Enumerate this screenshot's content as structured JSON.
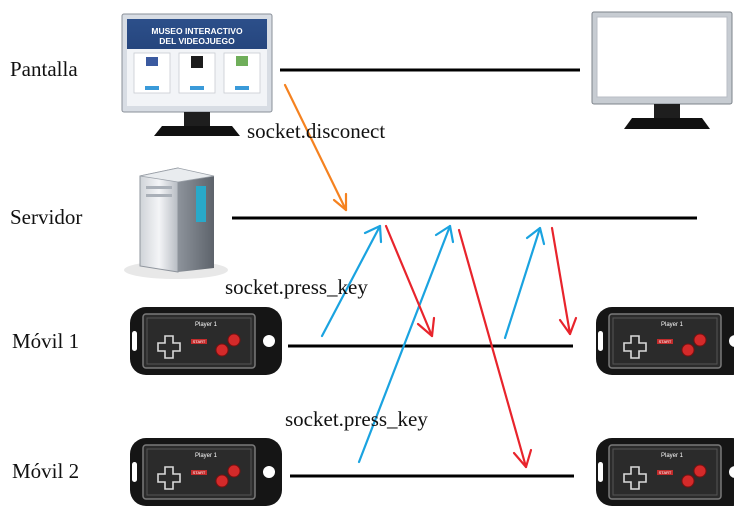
{
  "rows": {
    "pantalla": "Pantalla",
    "servidor": "Servidor",
    "movil1": "Móvil 1",
    "movil2": "Móvil 2"
  },
  "messages": {
    "disconnect": "socket.disconect",
    "press_key_1": "socket.press_key",
    "press_key_2": "socket.press_key"
  },
  "screen": {
    "title_line1": "MUSEO INTERACTIVO",
    "title_line2": "DEL VIDEOJUEGO"
  },
  "controller": {
    "player_label": "Player 1",
    "start_label": "START"
  },
  "colors": {
    "disconnect_arrow": "#f58220",
    "press_arrow": "#1aa3e0",
    "response_arrow": "#e8242c",
    "timeline": "#000000"
  }
}
